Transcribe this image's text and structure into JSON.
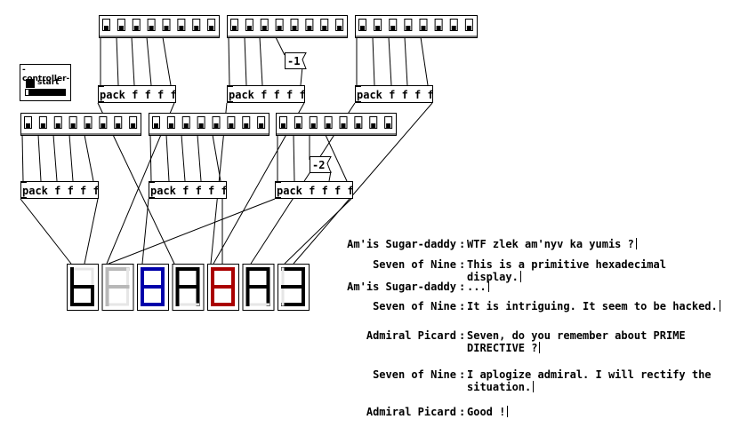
{
  "controller": {
    "title": "-controller-",
    "toggle_label": "start"
  },
  "objects": {
    "pack_label": "pack f f f f",
    "minus1": "-1",
    "minus2": "-2"
  },
  "display": {
    "digits": [
      "b",
      "F",
      "8",
      "A",
      "8",
      "A",
      "3"
    ],
    "digit_colors": [
      "#000000",
      "#b8b8b8",
      "#0000aa",
      "#000000",
      "#aa0000",
      "#000000",
      "#000000"
    ]
  },
  "chat": [
    {
      "name": "Am'is Sugar-daddy",
      "text": "WTF zlek am'nyv ka yumis ?"
    },
    {
      "name": "Seven of Nine",
      "text": "This is a primitive hexadecimal display."
    },
    {
      "name": "Am'is Sugar-daddy",
      "text": "..."
    },
    {
      "name": "Seven of Nine",
      "text": "It is intriguing. It seem to be hacked."
    },
    {
      "name": "Admiral Picard",
      "text": "Seven, do you remember about PRIME\nDIRECTIVE ?"
    },
    {
      "name": "Seven of Nine",
      "text": "I aplogize admiral. I will rectify the\nsituation."
    },
    {
      "name": "Admiral Picard",
      "text": "Good !"
    }
  ],
  "separator": ":"
}
